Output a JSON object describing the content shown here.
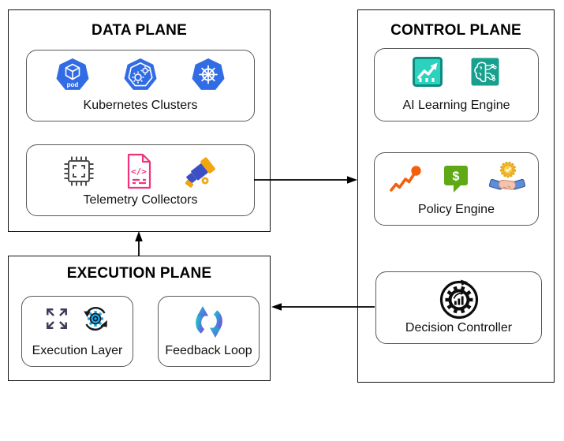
{
  "planes": {
    "data": {
      "title": "DATA PLANE",
      "nodes": {
        "kubernetes": {
          "label": "Kubernetes Clusters",
          "pod_badge": "pod",
          "icons": [
            "k8s-pod-icon",
            "k8s-gears-icon",
            "k8s-helm-icon"
          ]
        },
        "telemetry": {
          "label": "Telemetry Collectors",
          "code_glyph": "</>",
          "icons": [
            "chip-icon",
            "code-file-icon",
            "telescope-icon"
          ]
        }
      }
    },
    "control": {
      "title": "CONTROL PLANE",
      "nodes": {
        "ai": {
          "label": "AI Learning Engine",
          "icons": [
            "analytics-chart-icon",
            "ai-brain-icon"
          ]
        },
        "policy": {
          "label": "Policy Engine",
          "dollar_glyph": "$",
          "icons": [
            "trend-up-icon",
            "dollar-chat-icon",
            "handshake-award-icon"
          ]
        },
        "decision": {
          "label": "Decision Controller",
          "icons": [
            "decision-gear-icon"
          ]
        }
      }
    },
    "execution": {
      "title": "EXECUTION PLANE",
      "nodes": {
        "execution_layer": {
          "label": "Execution Layer",
          "icons": [
            "expand-arrows-icon",
            "sync-gear-icon"
          ]
        },
        "feedback": {
          "label": "Feedback Loop",
          "icons": [
            "cycle-arrows-icon"
          ]
        }
      }
    }
  },
  "connections": [
    {
      "name": "telemetry-to-control",
      "from": "Telemetry Collectors",
      "to": "CONTROL PLANE",
      "direction": "right"
    },
    {
      "name": "decision-to-execution",
      "from": "Decision Controller",
      "to": "EXECUTION PLANE",
      "direction": "left"
    },
    {
      "name": "execution-to-data",
      "from": "EXECUTION PLANE",
      "to": "DATA PLANE",
      "direction": "up"
    }
  ],
  "colors": {
    "kubernetes_blue": "#326CE5",
    "chip_gray": "#4D4D4D",
    "code_pink": "#F0327F",
    "telescope_blue": "#3D50C3",
    "telescope_orange": "#F2A50C",
    "analytics_fill": "#2BD3BE",
    "analytics_border": "#0C8B80",
    "brain_teal": "#16A08D",
    "trend_orange": "#F2600C",
    "dollar_green": "#5FA917",
    "medal_gold": "#F0C41B",
    "sleeve_blue": "#5B8DD9",
    "hand_pink": "#F6C2AC",
    "expand_slate": "#3F3A56",
    "sync_blue": "#1BA7E8",
    "cycle_start": "#1FBCCE",
    "cycle_end": "#6A5AE0",
    "line_black": "#000000"
  }
}
